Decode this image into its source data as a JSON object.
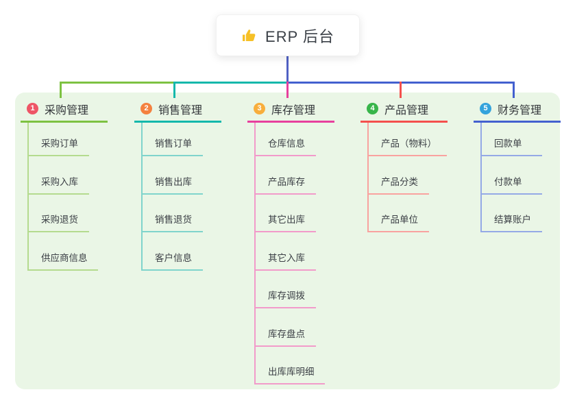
{
  "root": {
    "title": "ERP 后台",
    "icon": "thumbs-up-icon",
    "icon_color": "#f6c026"
  },
  "canvas": {
    "background": "#ffffff",
    "panel_background": "#eaf6e6"
  },
  "connector": {
    "root_drop_color": "#5061c4"
  },
  "branches": [
    {
      "badge": "1",
      "badge_color": "#ee5566",
      "label": "采购管理",
      "line_color": "#7dc242",
      "light_color": "#b4db8e",
      "children": [
        "采购订单",
        "采购入库",
        "采购退货",
        "供应商信息"
      ]
    },
    {
      "badge": "2",
      "badge_color": "#f4813f",
      "label": "销售管理",
      "line_color": "#13b8ab",
      "light_color": "#7fd4cc",
      "children": [
        "销售订单",
        "销售出库",
        "销售退货",
        "客户信息"
      ]
    },
    {
      "badge": "3",
      "badge_color": "#f8ae3c",
      "label": "库存管理",
      "line_color": "#e73f9d",
      "light_color": "#f29aca",
      "children": [
        "仓库信息",
        "产品库存",
        "其它出库",
        "其它入库",
        "库存调拨",
        "库存盘点",
        "出库库明细"
      ]
    },
    {
      "badge": "4",
      "badge_color": "#38b54a",
      "label": "产品管理",
      "line_color": "#f4504d",
      "light_color": "#f9a29f",
      "children": [
        "产品（物料）",
        "产品分类",
        "产品单位"
      ]
    },
    {
      "badge": "5",
      "badge_color": "#34a3dc",
      "label": "财务管理",
      "line_color": "#4360cf",
      "light_color": "#94a9e6",
      "children": [
        "回款单",
        "付款单",
        "结算账户"
      ]
    }
  ]
}
